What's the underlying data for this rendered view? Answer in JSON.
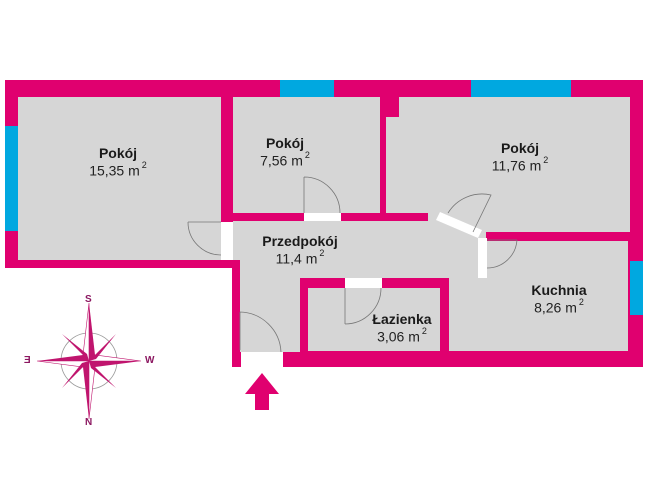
{
  "floorplan": {
    "colors": {
      "wall": "#e0006f",
      "floor": "#d6d6d6",
      "window": "#00a8e0",
      "door_opening": "#ffffff",
      "door_line": "#777777",
      "entrance_arrow": "#e0006f",
      "compass": "#c0156e"
    },
    "rooms": [
      {
        "id": "pokoj-1",
        "name": "Pokój",
        "area": "15,35 m",
        "unit_sup": "2"
      },
      {
        "id": "pokoj-2",
        "name": "Pokój",
        "area": "7,56 m",
        "unit_sup": "2"
      },
      {
        "id": "pokoj-3",
        "name": "Pokój",
        "area": "11,76 m",
        "unit_sup": "2"
      },
      {
        "id": "przedpokoj",
        "name": "Przedpokój",
        "area": "11,4 m",
        "unit_sup": "2"
      },
      {
        "id": "lazienka",
        "name": "Łazienka",
        "area": "3,06 m",
        "unit_sup": "2"
      },
      {
        "id": "kuchnia",
        "name": "Kuchnia",
        "area": "8,26 m",
        "unit_sup": "2"
      }
    ],
    "compass": {
      "top": "S",
      "bottom": "N",
      "left": "E",
      "right": "W"
    },
    "entrance_icon": "entrance-arrow-icon"
  }
}
